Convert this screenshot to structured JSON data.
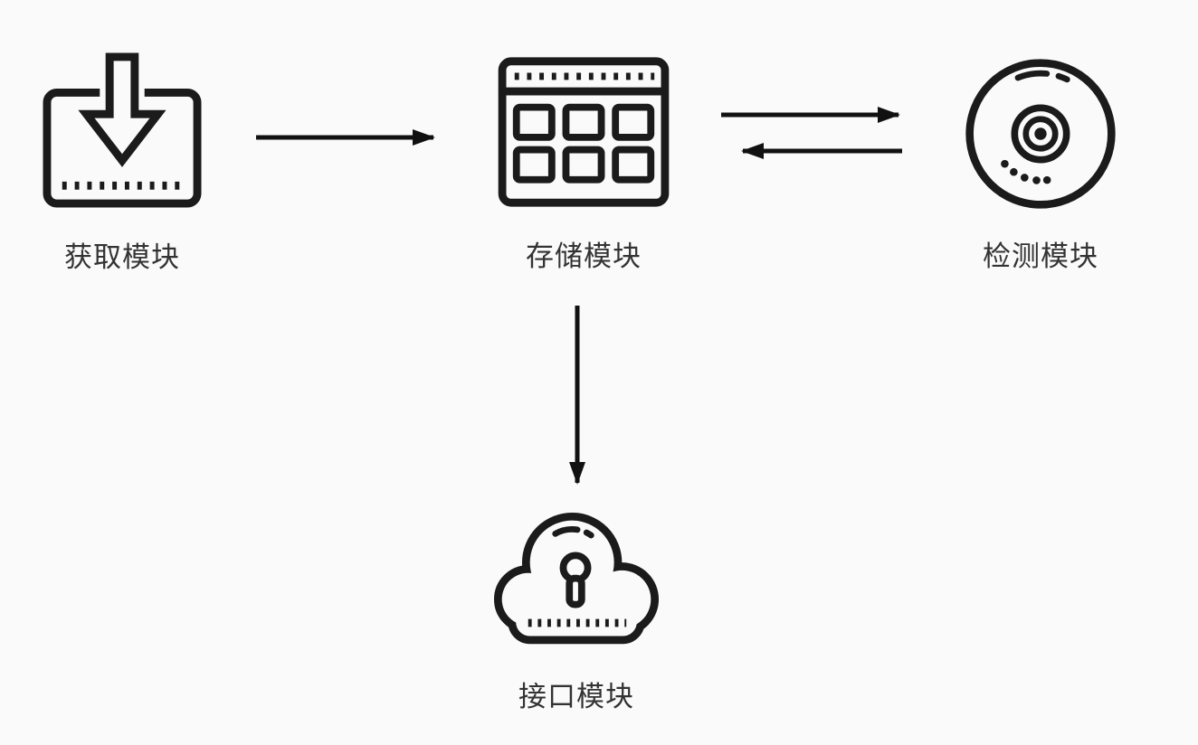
{
  "diagram": {
    "background_color": "#fafafa",
    "stroke_color": "#1b1b1b",
    "text_color": "#333333",
    "nodes": [
      {
        "id": "acquisition",
        "label": "获取模块",
        "icon": "inbox-download-icon"
      },
      {
        "id": "storage",
        "label": "存储模块",
        "icon": "grid-panel-icon"
      },
      {
        "id": "detection",
        "label": "检测模块",
        "icon": "disc-icon"
      },
      {
        "id": "interface",
        "label": "接口模块",
        "icon": "cloud-keyhole-icon"
      }
    ],
    "connections": [
      {
        "from": "获取模块",
        "to": "存储模块",
        "style": "single-arrow",
        "direction": "right"
      },
      {
        "from": "存储模块",
        "to": "检测模块",
        "style": "single-arrow",
        "direction": "right"
      },
      {
        "from": "检测模块",
        "to": "存储模块",
        "style": "single-arrow",
        "direction": "left"
      },
      {
        "from": "存储模块",
        "to": "接口模块",
        "style": "single-arrow",
        "direction": "down"
      }
    ]
  }
}
